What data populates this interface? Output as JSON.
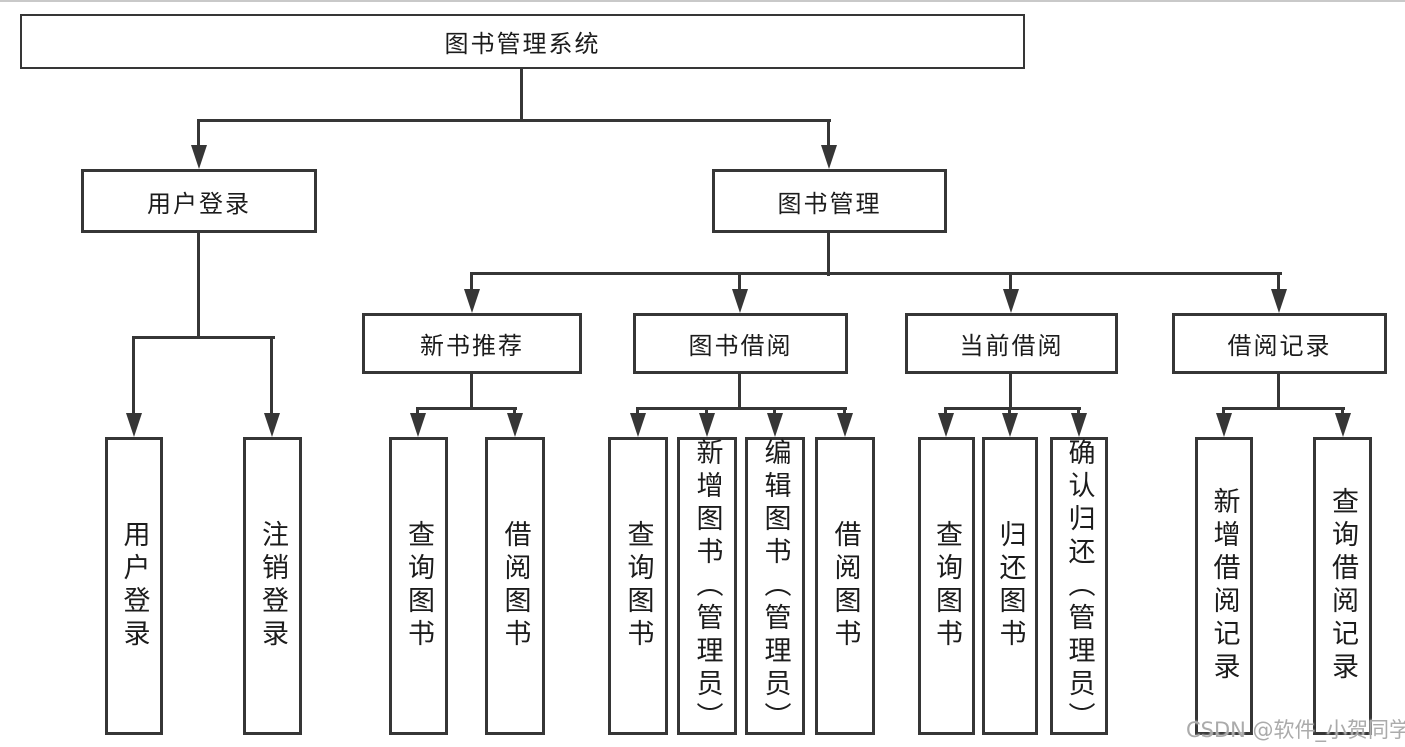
{
  "diagram": {
    "root": {
      "label": "图书管理系统",
      "children": [
        {
          "label": "用户登录",
          "children": [
            {
              "label": "用户登录"
            },
            {
              "label": "注销登录"
            }
          ]
        },
        {
          "label": "图书管理",
          "children": [
            {
              "label": "新书推荐",
              "children": [
                {
                  "label": "查询图书"
                },
                {
                  "label": "借阅图书"
                }
              ]
            },
            {
              "label": "图书借阅",
              "children": [
                {
                  "label": "查询图书"
                },
                {
                  "label": "新增图书（管理员）"
                },
                {
                  "label": "编辑图书（管理员）"
                },
                {
                  "label": "借阅图书"
                }
              ]
            },
            {
              "label": "当前借阅",
              "children": [
                {
                  "label": "查询图书"
                },
                {
                  "label": "归还图书"
                },
                {
                  "label": "确认归还（管理员）"
                }
              ]
            },
            {
              "label": "借阅记录",
              "children": [
                {
                  "label": "新增借阅记录"
                },
                {
                  "label": "查询借阅记录"
                }
              ]
            }
          ]
        }
      ]
    }
  },
  "watermark": {
    "text": "CSDN @软件_小贺同学"
  },
  "colors": {
    "line": "#363636",
    "box_border": "#363636",
    "watermark": "#ababab",
    "top_rule": "#c9c9c9"
  }
}
